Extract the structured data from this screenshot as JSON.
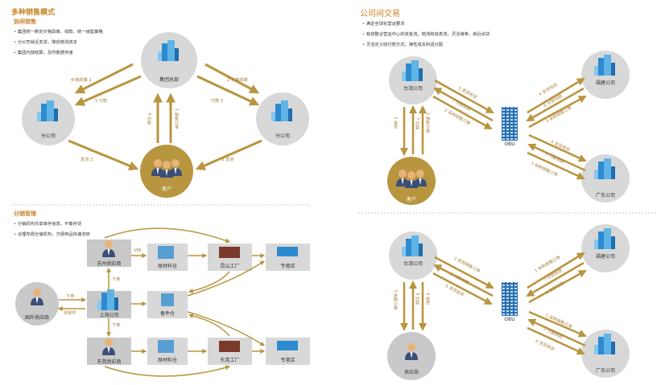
{
  "left": {
    "title": "多种销售模式",
    "section1": {
      "subtitle": "协同销售",
      "bullets": [
        "集团统一制定价格政策、收款，统一销售策略",
        "分公司就近发货，降低物流成本",
        "集团内部结算，及时数据传递"
      ],
      "nodes": {
        "hq": "集团总部",
        "branch_left": "分公司",
        "branch_right": "分公司",
        "customer": "客户"
      },
      "arrows": {
        "price_left": "价格政策",
        "price_left_n": "2",
        "pay_left": "付款",
        "pay_left_n": "5",
        "price_right": "价格政策",
        "price_right_n": "2",
        "pay_right": "付款",
        "pay_right_n": "5",
        "ship_left": "发货",
        "ship_left_n": "3",
        "ship_right": "发货",
        "ship_right_n": "3",
        "pay_up": "付款",
        "pay_up_n": "4",
        "order_up": "销售订单",
        "order_up_n": "1"
      }
    },
    "section2": {
      "subtitle": "分销管理",
      "bullets": [
        "分销机构共享库存信息，平衡存货",
        "合理布局仓储机构，方便商品快速流转"
      ],
      "nodes": {
        "foreign": "国外供应商",
        "suzhou": "苏州供应商",
        "shanghai": "上海公司",
        "dongguan": "东莞供应商",
        "raw1": "原材料仓",
        "spare": "备件仓",
        "raw2": "原材料仓",
        "kunshan": "昆山工厂",
        "dongguan_factory": "东莞工厂",
        "store1": "专营店",
        "store2": "专营店"
      },
      "arrows": {
        "vmi": "VMI",
        "order1": "下单",
        "order2": "下单",
        "order3": "下单",
        "spare_parts": "零部件"
      }
    }
  },
  "right": {
    "title": "公司间交易",
    "bullets": [
      "满足全球化营运要求",
      "有效整合营运中心的资金流，物流和信息流，灵活接单，就近出货",
      "灵活定义收付款方式，弹性成本利润分配"
    ],
    "top": {
      "nodes": {
        "taiwan": "台湾公司",
        "fujian": "福建公司",
        "obu": "OBU",
        "guangdong": "广东公司",
        "customer": "客户"
      },
      "arrows": {
        "tw_send": "发货收货",
        "tw_send_n": "5",
        "tw_pay": "付款收款",
        "tw_pay_n": "7",
        "tw_order": "采购销售订单",
        "tw_order_n": "2",
        "fj_send": "发货收货",
        "fj_send_n": "4",
        "fj_pay": "付款收款",
        "fj_pay_n": "6",
        "fj_order": "采购销售订单",
        "fj_order_n": "3",
        "gd_send": "发货收货",
        "gd_send_n": "4",
        "gd_pay": "付款收款",
        "gd_pay_n": "6",
        "gd_order": "采购销售订单",
        "gd_order_n": "3",
        "c_ship": "发货",
        "c_ship_n": "5",
        "c_pay": "付款",
        "c_pay_n": "7",
        "c_order": "销售订单",
        "c_order_n": "1"
      }
    },
    "bottom": {
      "nodes": {
        "taiwan": "台湾公司",
        "fujian": "福建公司",
        "obu": "OBU",
        "guangdong": "广东公司",
        "supplier": "供应商"
      },
      "arrows": {
        "tw_order": "采购销售订单",
        "tw_order_n": "2",
        "tw_pay": "付款收款",
        "tw_pay_n": "8",
        "tw_send": "发货收货",
        "tw_send_n": "5",
        "fj_order": "采购销售订单",
        "fj_order_n": "1",
        "fj_pay": "付款收款",
        "fj_pay_n": "7",
        "fj_send": "发货收货",
        "fj_send_n": "6",
        "gd_order": "采购销售订单",
        "gd_order_n": "1",
        "gd_pay": "付款收款",
        "gd_pay_n": "7",
        "gd_send": "发货收货",
        "gd_send_n": "6",
        "s_order": "采购订单",
        "s_order_n": "3",
        "s_pay": "付款",
        "s_pay_n": "9",
        "s_send": "收货",
        "s_send_n": "4"
      }
    }
  },
  "colors": {
    "gold": "#b8953f",
    "gold_dark": "#8a6a2a",
    "circle": "#d8d8d8",
    "blue": "#2c8bd0",
    "person": "#e8b37a"
  }
}
